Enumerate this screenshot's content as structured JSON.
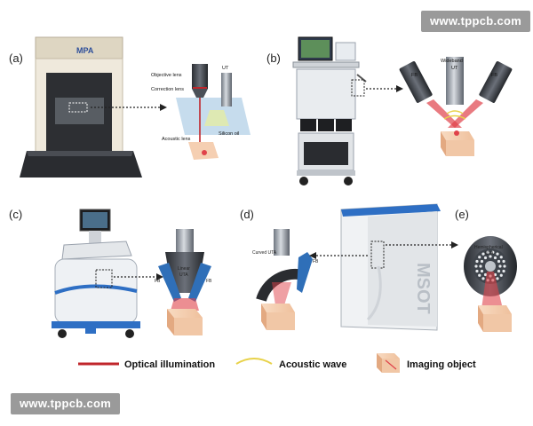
{
  "watermark": "www.tppcb.com",
  "panels": {
    "a": {
      "label": "(a)",
      "brand": "MPA",
      "objective": "Objective lens",
      "correction": "Correction lens",
      "ut": "UT",
      "acoustic": "Acoustic lens",
      "oil": "Silicon oil"
    },
    "b": {
      "label": "(b)",
      "fb_left": "FB",
      "wideband_1": "Wideband",
      "wideband_2": "UT",
      "fb_right": "FB"
    },
    "c": {
      "label": "(c)",
      "fb_left": "FB",
      "linear_1": "Linear",
      "linear_2": "UTA",
      "fb_right": "FB"
    },
    "d": {
      "label": "(d)",
      "curved": "Curved UTA",
      "fb": "FB",
      "brand": "MSOT"
    },
    "e": {
      "label": "(e)",
      "hemi_1": "Hemispherical",
      "hemi_2": "UTA"
    }
  },
  "legend": {
    "optical": "Optical illumination",
    "acoustic": "Acoustic wave",
    "object": "Imaging object"
  },
  "colors": {
    "laser": "#c0262b",
    "wave": "#e8d24a",
    "cube": "#f4c9a8",
    "lens": "#9aa2ad"
  }
}
